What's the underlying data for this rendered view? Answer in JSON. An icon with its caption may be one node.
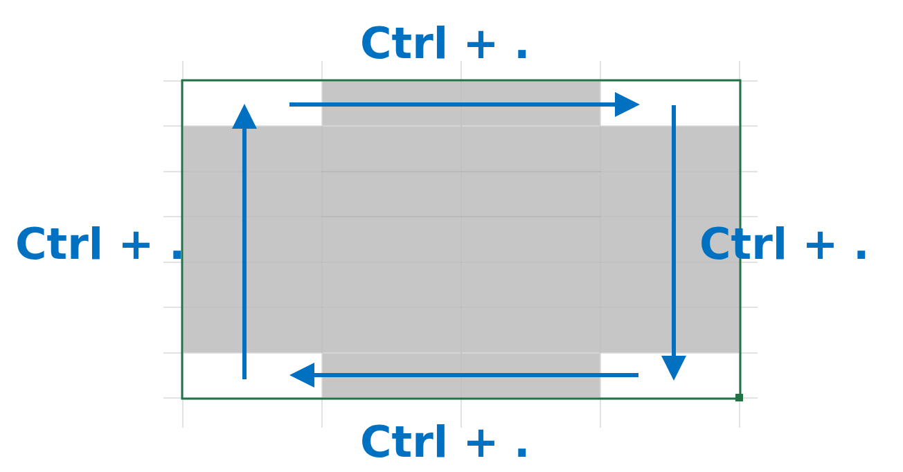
{
  "diagram": {
    "labels": [
      "Ctrl + .",
      "Ctrl + .",
      "Ctrl + .",
      "Ctrl + ."
    ]
  }
}
